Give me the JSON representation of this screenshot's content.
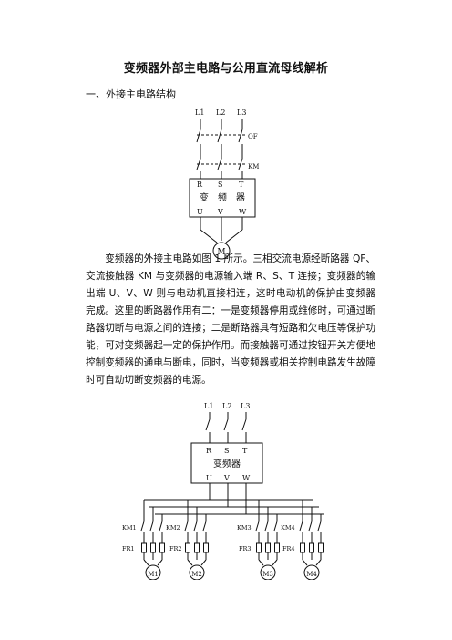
{
  "doc": {
    "title": "变频器外部主电路与公用直流母线解析",
    "section_heading": "一、外接主电路结构",
    "paragraph": "　　变频器的外接主电路如图 1 所示。三相交流电源经断路器 QF、交流接触器 KM 与变频器的电源输入端 R、S、T 连接；变频器的输出端 U、V、W 则与电动机直接相连，这时电动机的保护由变频器完成。这里的断路器作用有二：一是变频器停用或维修时，可通过断路器切断与电源之间的连接；二是断路器具有短路和欠电压等保护功能，可对变频器起一定的保护作用。而接触器可通过按钮开关方便地控制变频器的通电与断电，同时，当变频器或相关控制电路发生故障时可自动切断变频器的电源。"
  },
  "figure1": {
    "phases": [
      "L1",
      "L2",
      "L3"
    ],
    "breaker_label": "QF",
    "contactor_label": "KM",
    "inputs": [
      "R",
      "S",
      "T"
    ],
    "outputs": [
      "U",
      "V",
      "W"
    ],
    "device_label": "变　频　器",
    "motor_label": "M"
  },
  "figure2": {
    "phases": [
      "L1",
      "L2",
      "L3"
    ],
    "inputs": [
      "R",
      "S",
      "T"
    ],
    "outputs": [
      "U",
      "V",
      "W"
    ],
    "device_label": "变频器",
    "contactors": [
      "KM1",
      "KM2",
      "KM3",
      "KM4"
    ],
    "relays": [
      "FR1",
      "FR2",
      "FR3",
      "FR4"
    ],
    "motors": [
      "M1",
      "M2",
      "M3",
      "M4"
    ]
  }
}
